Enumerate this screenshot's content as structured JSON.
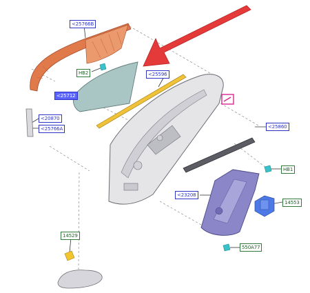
{
  "callouts": [
    {
      "id": "25766B",
      "text": "<25766B",
      "kind": "blue"
    },
    {
      "id": "HB2",
      "text": "HB2",
      "kind": "green"
    },
    {
      "id": "25712",
      "text": "<25712",
      "kind": "blue-highlight"
    },
    {
      "id": "25596",
      "text": "<25596",
      "kind": "blue"
    },
    {
      "id": "20870",
      "text": "<20870",
      "kind": "blue"
    },
    {
      "id": "25766A",
      "text": "<25766A",
      "kind": "blue"
    },
    {
      "id": "25860",
      "text": "<25860",
      "kind": "blue"
    },
    {
      "id": "HB1",
      "text": "HB1",
      "kind": "green"
    },
    {
      "id": "23208",
      "text": "<23208",
      "kind": "blue"
    },
    {
      "id": "14553",
      "text": "14553",
      "kind": "green"
    },
    {
      "id": "550A77",
      "text": "550A77",
      "kind": "green"
    },
    {
      "id": "14529",
      "text": "14529",
      "kind": "green"
    }
  ],
  "colors": {
    "callout_blue": "#2c33c4",
    "callout_green": "#2f7a3a",
    "highlight": "#5a63ff",
    "arrow_red": "#e53a3a",
    "magenta_marker": "#d8238f",
    "weatherstrip": "#e07a4a",
    "glass": "#a9c5c4",
    "door_panel": "#e5e5e8",
    "regulator": "#8a86c8",
    "motor": "#4d79e6",
    "fastener_cyan": "#39c3c9",
    "fastener_yellow": "#f2c52e"
  },
  "icons": {
    "pointer": "red-arrow-icon",
    "marker": "magenta-marker-icon"
  }
}
